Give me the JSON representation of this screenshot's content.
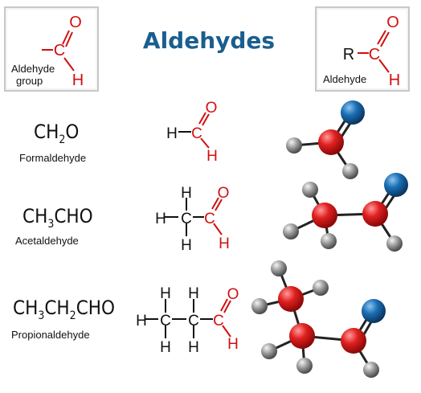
{
  "title": "Aldehydes",
  "colors": {
    "title": "#1a5e8f",
    "bond_red": "#d01010",
    "text_black": "#111111",
    "box_border": "#c8c8c8",
    "box_fill": "#f4f4f4",
    "atom_carbon": "#e02020",
    "atom_oxygen": "#1a6fb5",
    "atom_hydrogen": "#9a9a9a"
  },
  "boxes": {
    "left": {
      "label_line1": "Aldehyde",
      "label_line2": "group",
      "o": "O",
      "h": "H"
    },
    "right": {
      "label": "Aldehyde",
      "r": "R",
      "c": "C",
      "o": "O",
      "h": "H"
    }
  },
  "molecules": [
    {
      "name": "Formaldehyde",
      "formula": [
        "CH",
        "2",
        "O"
      ]
    },
    {
      "name": "Acetaldehyde",
      "formula": [
        "CH",
        "3",
        "CHO"
      ]
    },
    {
      "name": "Propionaldehyde",
      "formula": [
        "CH",
        "3",
        "CH",
        "2",
        "CHO"
      ]
    }
  ],
  "atoms": {
    "c": "C",
    "o": "O",
    "h": "H"
  }
}
